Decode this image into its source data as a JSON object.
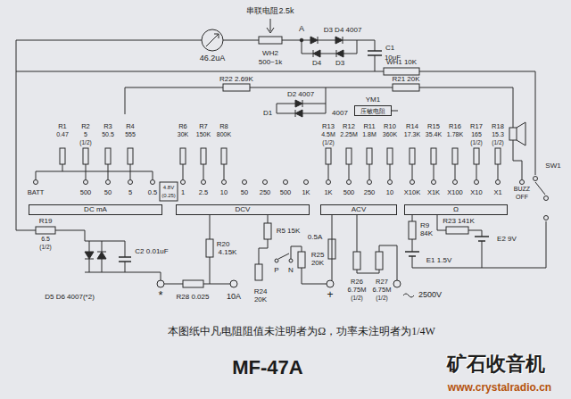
{
  "diagram": {
    "title": "MF-47A",
    "caption": "本图纸中凡电阻阻值未注明者为Ω，功率未注明者为1/4W",
    "nodes": [
      {
        "text": [
          "压敏电阻"
        ]
      },
      {
        "text": [
          "DC mA"
        ]
      },
      {
        "text": [
          "DCV"
        ]
      },
      {
        "text": [
          "ACV"
        ]
      },
      {
        "text": [
          "Ω"
        ]
      }
    ],
    "labels": [
      "串联电阻2.5k",
      "A",
      "D3 D4 4007",
      "46.2uA",
      "WH2",
      "500~1k",
      "D4",
      "D3",
      "C1",
      "10uF",
      "WH1 10K",
      "R22 2.69K",
      "R21 20K",
      "D2 4007",
      "D1",
      "4007",
      "YM1",
      "R1",
      "0.47",
      "R2",
      "5",
      "(1/2)",
      "R3",
      "50.5",
      "R4",
      "555",
      "R6",
      "30K",
      "R7",
      "150K",
      "R8",
      "800K",
      "R13",
      "4.5M",
      "(1/2)",
      "R12",
      "2.25M",
      "R11",
      "1.8M",
      "R10",
      "360K",
      "R14",
      "17.3K",
      "R15",
      "35.4K",
      "R16",
      "1.78K",
      "R17",
      "165",
      "(1/2)",
      "R18",
      "15.3",
      "(1/2)",
      "SW1",
      "BATT",
      "500",
      "50",
      "5",
      "0.5",
      "4.8V",
      "(0.25)",
      "1",
      "2.5",
      "10",
      "50",
      "250",
      "500",
      "1K",
      "1K",
      "500",
      "250",
      "10",
      "X10K",
      "X1K",
      "X100",
      "X10",
      "X1",
      "BUZZ",
      "OFF",
      "R19",
      "6.5",
      "(1/2)",
      "R5 15K",
      "R9",
      "84K",
      "R23 141K",
      "E2 9V",
      "R20",
      "4.15K",
      "E1 1.5V",
      "0.5A",
      "C2 0.01uF",
      "P",
      "N",
      "R25",
      "20K",
      "R24",
      "20K",
      "R26",
      "6.75M",
      "(1/2)",
      "R27",
      "6.75M",
      "(1/2)",
      "+",
      "2500V",
      "*",
      "R28 0.025",
      "10A",
      "D5 D6 4007(*2)",
      "矿石收音机",
      "www.crystalradio.cn"
    ]
  }
}
